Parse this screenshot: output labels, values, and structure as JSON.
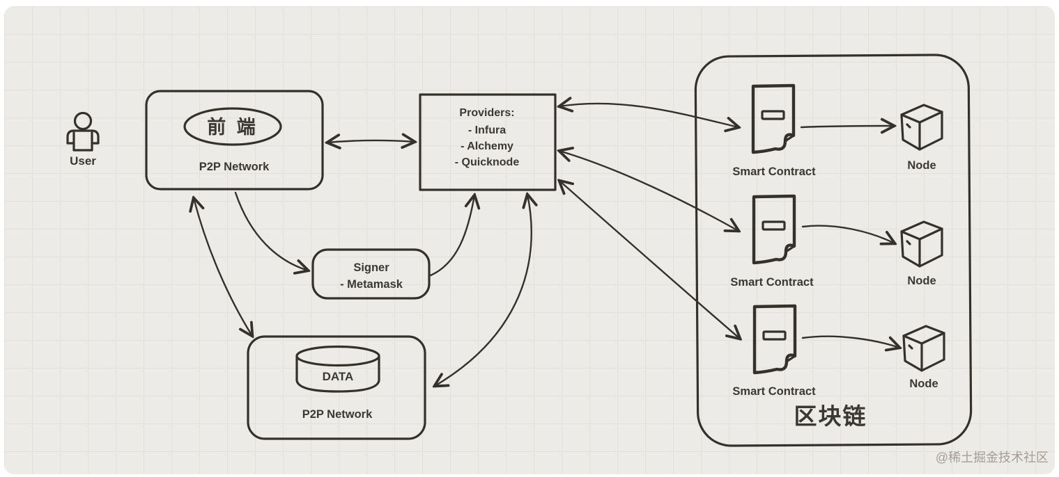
{
  "diagram": {
    "user": {
      "label": "User"
    },
    "frontend": {
      "ellipse_title": "前 端",
      "label": "P2P Network"
    },
    "providers": {
      "title": "Providers:",
      "items": [
        "- Infura",
        "- Alchemy",
        "- Quicknode"
      ]
    },
    "signer": {
      "title": "Signer",
      "item": "- Metamask"
    },
    "data_network": {
      "cylinder_label": "DATA",
      "label": "P2P Network"
    },
    "blockchain": {
      "label": "区块链",
      "smart_contracts": [
        {
          "label": "Smart Contract"
        },
        {
          "label": "Smart Contract"
        },
        {
          "label": "Smart Contract"
        }
      ],
      "nodes": [
        {
          "label": "Node"
        },
        {
          "label": "Node"
        },
        {
          "label": "Node"
        }
      ]
    },
    "watermark": "@稀土掘金技术社区",
    "colors": {
      "stroke": "#34312d",
      "text": "#3b3833",
      "canvas": "#edebe8",
      "grid_line": "#e3e0db",
      "watermark": "#a39d95"
    }
  }
}
